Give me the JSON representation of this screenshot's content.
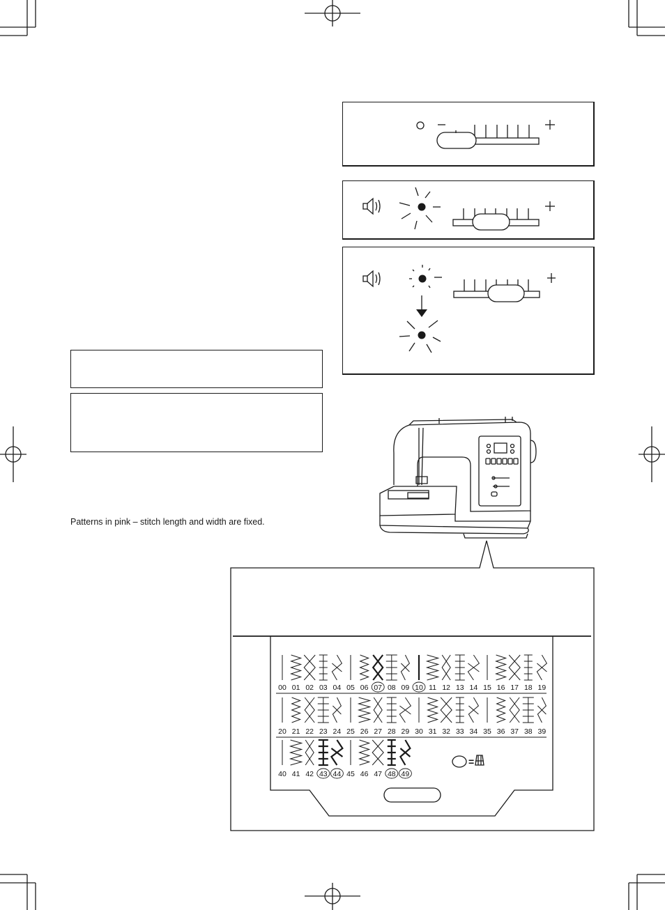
{
  "page": {
    "note": "Patterns in pink – stitch length and width are fixed."
  },
  "pattern_chart": {
    "rows": [
      [
        "00",
        "01",
        "02",
        "03",
        "04",
        "05",
        "06",
        "07",
        "08",
        "09",
        "10",
        "11",
        "12",
        "13",
        "14",
        "15",
        "16",
        "17",
        "18",
        "19"
      ],
      [
        "20",
        "21",
        "22",
        "23",
        "24",
        "25",
        "26",
        "27",
        "28",
        "29",
        "30",
        "31",
        "32",
        "33",
        "34",
        "35",
        "36",
        "37",
        "38",
        "39"
      ],
      [
        "40",
        "41",
        "42",
        "43",
        "44",
        "45",
        "46",
        "47",
        "48",
        "49"
      ]
    ],
    "circled": [
      "07",
      "10",
      "43",
      "44",
      "48",
      "49"
    ]
  },
  "colors": {
    "ink": "#1a1a1a",
    "paper": "#ffffff"
  }
}
